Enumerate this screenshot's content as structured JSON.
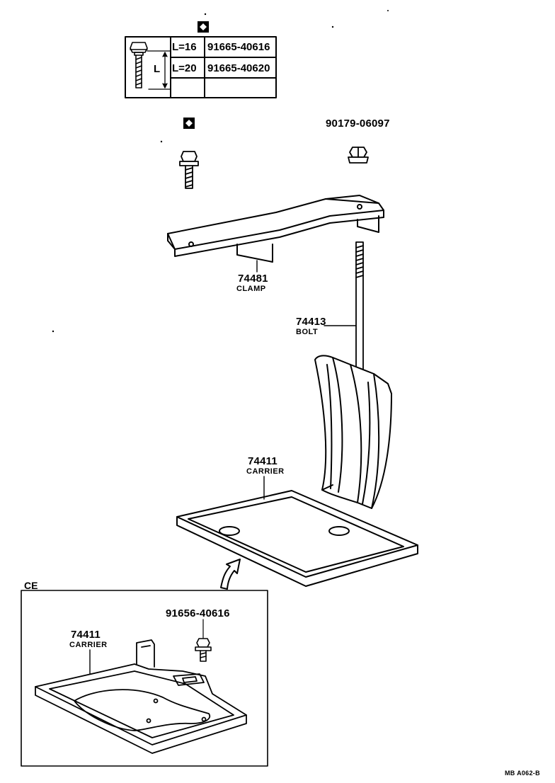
{
  "table": {
    "rows": [
      {
        "length": "L=16",
        "part": "91665-40616"
      },
      {
        "length": "L=20",
        "part": "91665-40620"
      }
    ],
    "dim_label": "L"
  },
  "parts": {
    "nut": {
      "number": "90179-06097"
    },
    "clamp": {
      "number": "74481",
      "name": "CLAMP"
    },
    "bolt": {
      "number": "74413",
      "name": "BOLT"
    },
    "carrier": {
      "number": "74411",
      "name": "CARRIER"
    },
    "ce_carrier": {
      "number": "74411",
      "name": "CARRIER"
    },
    "ce_bolt": {
      "number": "91656-40616"
    }
  },
  "ce_section": {
    "label": "CE"
  },
  "drawing_code": "MB A062-B"
}
